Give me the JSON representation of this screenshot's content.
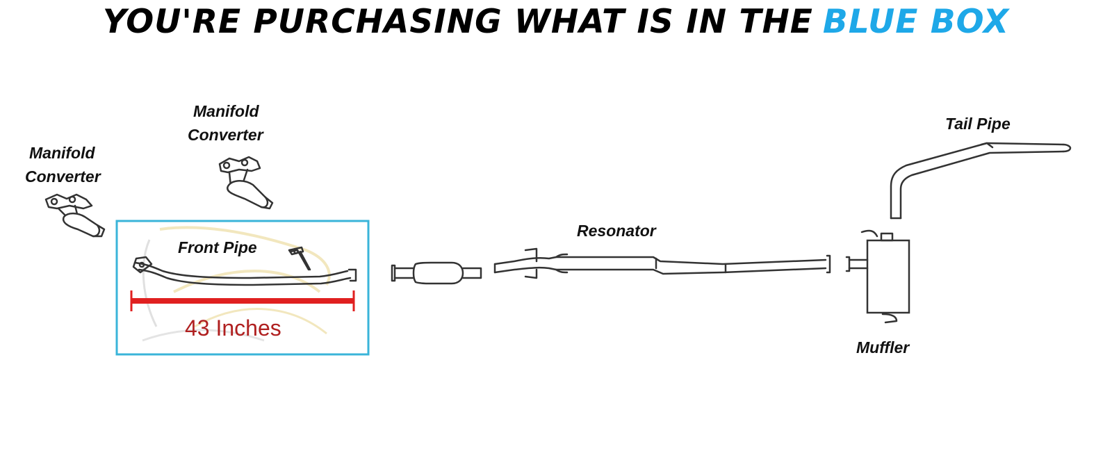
{
  "headline": {
    "text": "YOU'RE PURCHASING WHAT IS IN THE",
    "highlight": "BLUE BOX",
    "highlight_color": "#1ea8e8"
  },
  "labels": {
    "manifold_converter_left_line1": "Manifold",
    "manifold_converter_left_line2": "Converter",
    "manifold_converter_right_line1": "Manifold",
    "manifold_converter_right_line2": "Converter",
    "front_pipe": "Front Pipe",
    "resonator": "Resonator",
    "tail_pipe": "Tail Pipe",
    "muffler": "Muffler"
  },
  "dimension": {
    "text": "43 Inches",
    "color": "#e02020"
  },
  "colors": {
    "selection_box": "#3ab4d9",
    "line": "#333333",
    "watermark": "#e8d48a"
  }
}
